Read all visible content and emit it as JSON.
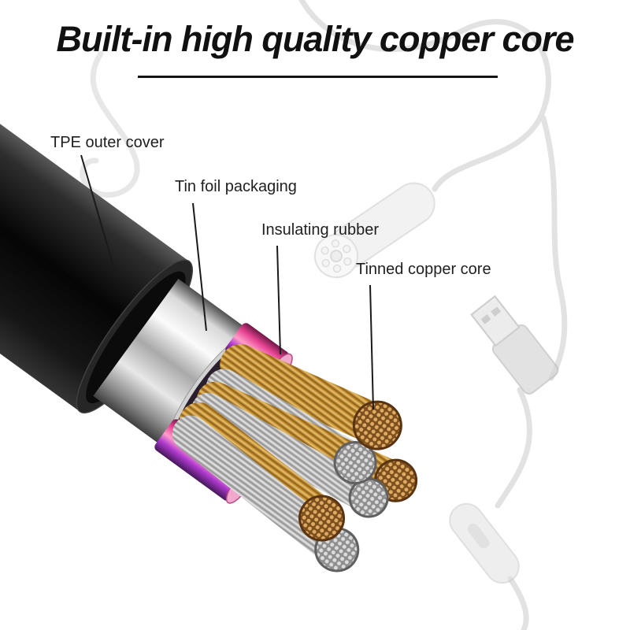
{
  "title": "Built-in high quality copper core",
  "labels": [
    {
      "id": "tpe-outer-cover",
      "text": "TPE outer cover"
    },
    {
      "id": "tin-foil-packaging",
      "text": "Tin foil packaging"
    },
    {
      "id": "insulating-rubber",
      "text": "Insulating rubber"
    },
    {
      "id": "tinned-copper-core",
      "text": "Tinned copper core"
    }
  ],
  "colors": {
    "background": "#ffffff",
    "title_text": "#111111",
    "label_text": "#1f1f1f",
    "leader_line": "#1a1a1a",
    "cable_jacket": "#0d0d0d",
    "tin_foil": "#cccccc",
    "insulating_rubber_pink": "#e0418f",
    "copper": "#c08a3e",
    "tinned_strand_silver": "#bdbdbd",
    "faded_accessory": "#c9c9c9"
  }
}
